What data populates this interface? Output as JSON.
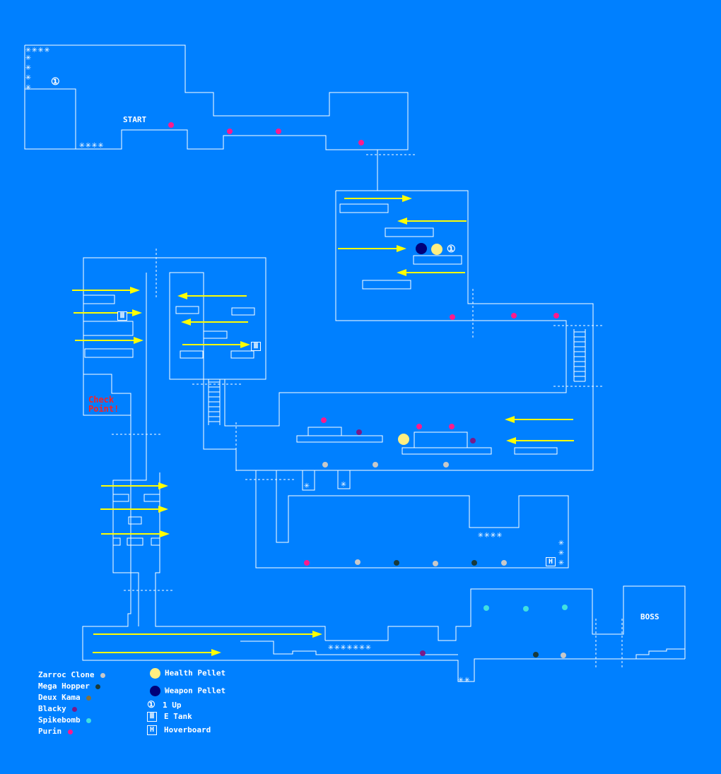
{
  "labels": {
    "start": "START",
    "boss": "BOSS",
    "checkpoint": "Check Point!"
  },
  "items": {
    "one_up_glyph": "①",
    "etank_glyph": "Ⅲ",
    "hoverboard_glyph": "H"
  },
  "spikes": {
    "top_row": "✳✳✳✳",
    "left_column": "✳✳✳✳",
    "floor_four": "✳✳✳✳",
    "single": "✳",
    "mid_four": "✳✳✳✳",
    "right_column": "✳✳✳",
    "bottom_seven": "✳✳✳✳✳✳✳",
    "pit_two": "✳✳"
  },
  "legend": {
    "enemies": [
      {
        "label": "Zarroc Clone",
        "color": "#c8c8c8"
      },
      {
        "label": "Mega Hopper",
        "color": "#1a3a3a"
      },
      {
        "label": "Deux Kama",
        "color": "#807040"
      },
      {
        "label": "Blacky",
        "color": "#7a1a8a"
      },
      {
        "label": "Spikebomb",
        "color": "#40e0e0"
      },
      {
        "label": "Purin",
        "color": "#ff1a8c"
      }
    ],
    "pickups": [
      {
        "label": "Health Pellet",
        "glyph": "",
        "color": "#ffee80"
      },
      {
        "label": "Weapon Pellet",
        "glyph": "",
        "color": "#00007a"
      },
      {
        "label": "1 Up",
        "glyph": "①"
      },
      {
        "label": "E Tank",
        "glyph": "Ⅲ"
      },
      {
        "label": "Hoverboard",
        "glyph": "H"
      }
    ]
  },
  "colors": {
    "background": "#0080ff",
    "wall": "#ffffff",
    "arrow": "#ffff00",
    "checkpoint": "#ff2020"
  }
}
